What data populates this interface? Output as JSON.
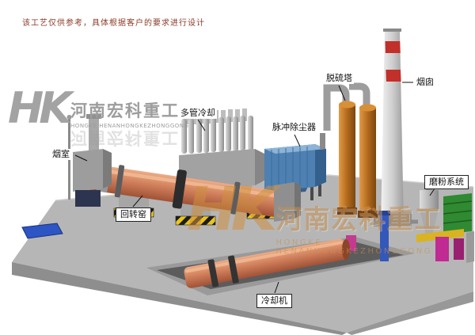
{
  "note": "该工艺仅供参考，具体根据客户的要求进行设计",
  "brand": {
    "monogram": "HK",
    "name_cn": "河南宏科重工",
    "name_en": "HONGKE HENANHONGKEZHONGGONG"
  },
  "labels": {
    "smoke_chamber": "烟室",
    "rotary_kiln": "回转窑",
    "multi_tube_cooler": "多管冷却",
    "pulse_dust_collector": "脉冲除尘器",
    "desulfurization_tower": "脱硫塔",
    "chimney": "烟囱",
    "grinding_system": "磨粉系统",
    "cooling_machine": "冷却机"
  },
  "colors": {
    "kiln_salmon": "#d1805c",
    "platform_gray": "#b6b6b6",
    "dust_collector_blue": "#4e80b2",
    "tower_orange": "#b26a1d",
    "chimney_band_red": "#c1302a",
    "hazard_yellow": "#e9c51f",
    "grinding_green": "#2f8a31",
    "grinding_magenta": "#c02a92",
    "pad_blue": "#2e55c4",
    "watermark_tan": "#c89050",
    "note_red": "#8a3a28"
  }
}
